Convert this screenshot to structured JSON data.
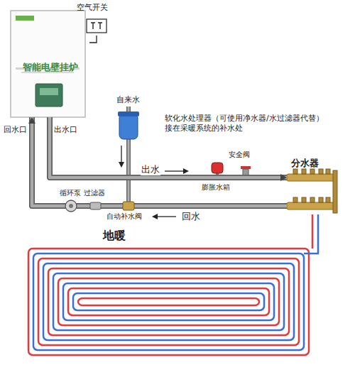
{
  "diagram": {
    "nodes": [
      {
        "text": [
          "空气开关"
        ]
      },
      {
        "text": [
          "智能电壁挂炉"
        ]
      },
      {
        "text": [
          "分水器"
        ]
      },
      {
        "text": [
          "地暖"
        ]
      }
    ],
    "edges": [
      {
        "from": 0,
        "to": 1,
        "arrow": "none"
      },
      {
        "from": 1,
        "to": 2,
        "label": "出水",
        "arrow": "to"
      },
      {
        "from": 2,
        "to": 1,
        "label": "回水",
        "arrow": "to"
      },
      {
        "from": 2,
        "to": 3,
        "arrow": "none"
      }
    ],
    "labels": [
      "回水口",
      "出水口",
      "自来水",
      "软化水处理器（可使用净水器/水过滤器代替） 接在采暖系统的补水处",
      "膨胀水箱",
      "安全阀",
      "循环泵",
      "过滤器",
      "自动补水阀"
    ]
  }
}
